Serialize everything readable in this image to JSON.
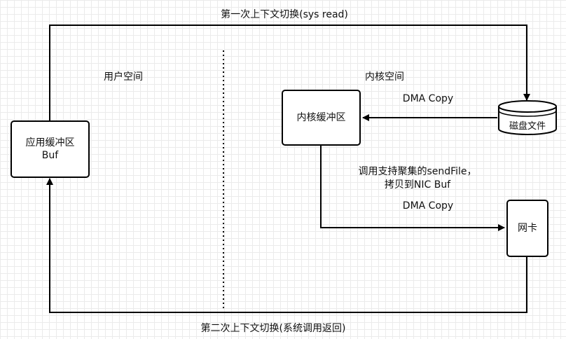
{
  "labels": {
    "top_switch": "第一次上下文切换(sys read)",
    "bottom_switch": "第二次上下文切换(系统调用返回)",
    "user_space": "用户空间",
    "kernel_space": "内核空间",
    "dma_copy_top": "DMA Copy",
    "dma_copy_bottom": "DMA Copy",
    "sendfile_line1": "调用支持聚集的sendFile，",
    "sendfile_line2": "拷贝到NIC Buf"
  },
  "nodes": {
    "app_buffer": {
      "line1": "应用缓冲区",
      "line2": "Buf"
    },
    "kernel_buffer": {
      "label": "内核缓冲区"
    },
    "disk_file": {
      "label": "磁盘文件"
    },
    "nic": {
      "label": "网卡"
    }
  }
}
